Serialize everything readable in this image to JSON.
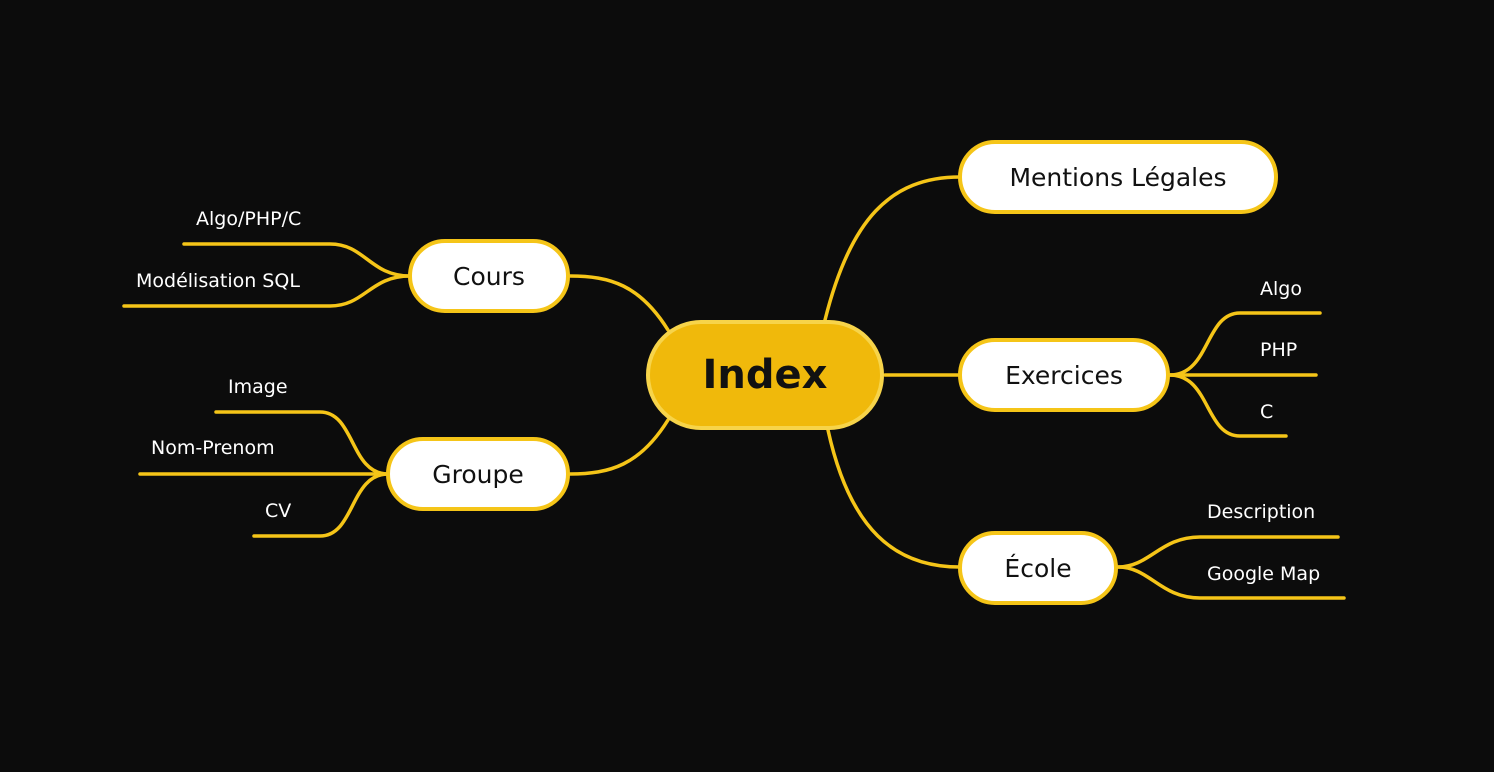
{
  "colors": {
    "background": "#0c0c0c",
    "line": "#f5c518",
    "root_fill": "#f0b90b",
    "node_fill": "#ffffff",
    "leaf_text": "#ffffff"
  },
  "root": {
    "label": "Index"
  },
  "branches": {
    "cours": {
      "label": "Cours",
      "children": [
        "Algo/PHP/C",
        "Modélisation SQL"
      ]
    },
    "groupe": {
      "label": "Groupe",
      "children": [
        "Image",
        "Nom-Prenom",
        "CV"
      ]
    },
    "mentions": {
      "label": "Mentions Légales",
      "children": []
    },
    "exercices": {
      "label": "Exercices",
      "children": [
        "Algo",
        "PHP",
        "C"
      ]
    },
    "ecole": {
      "label": "École",
      "children": [
        "Description",
        "Google Map"
      ]
    }
  }
}
